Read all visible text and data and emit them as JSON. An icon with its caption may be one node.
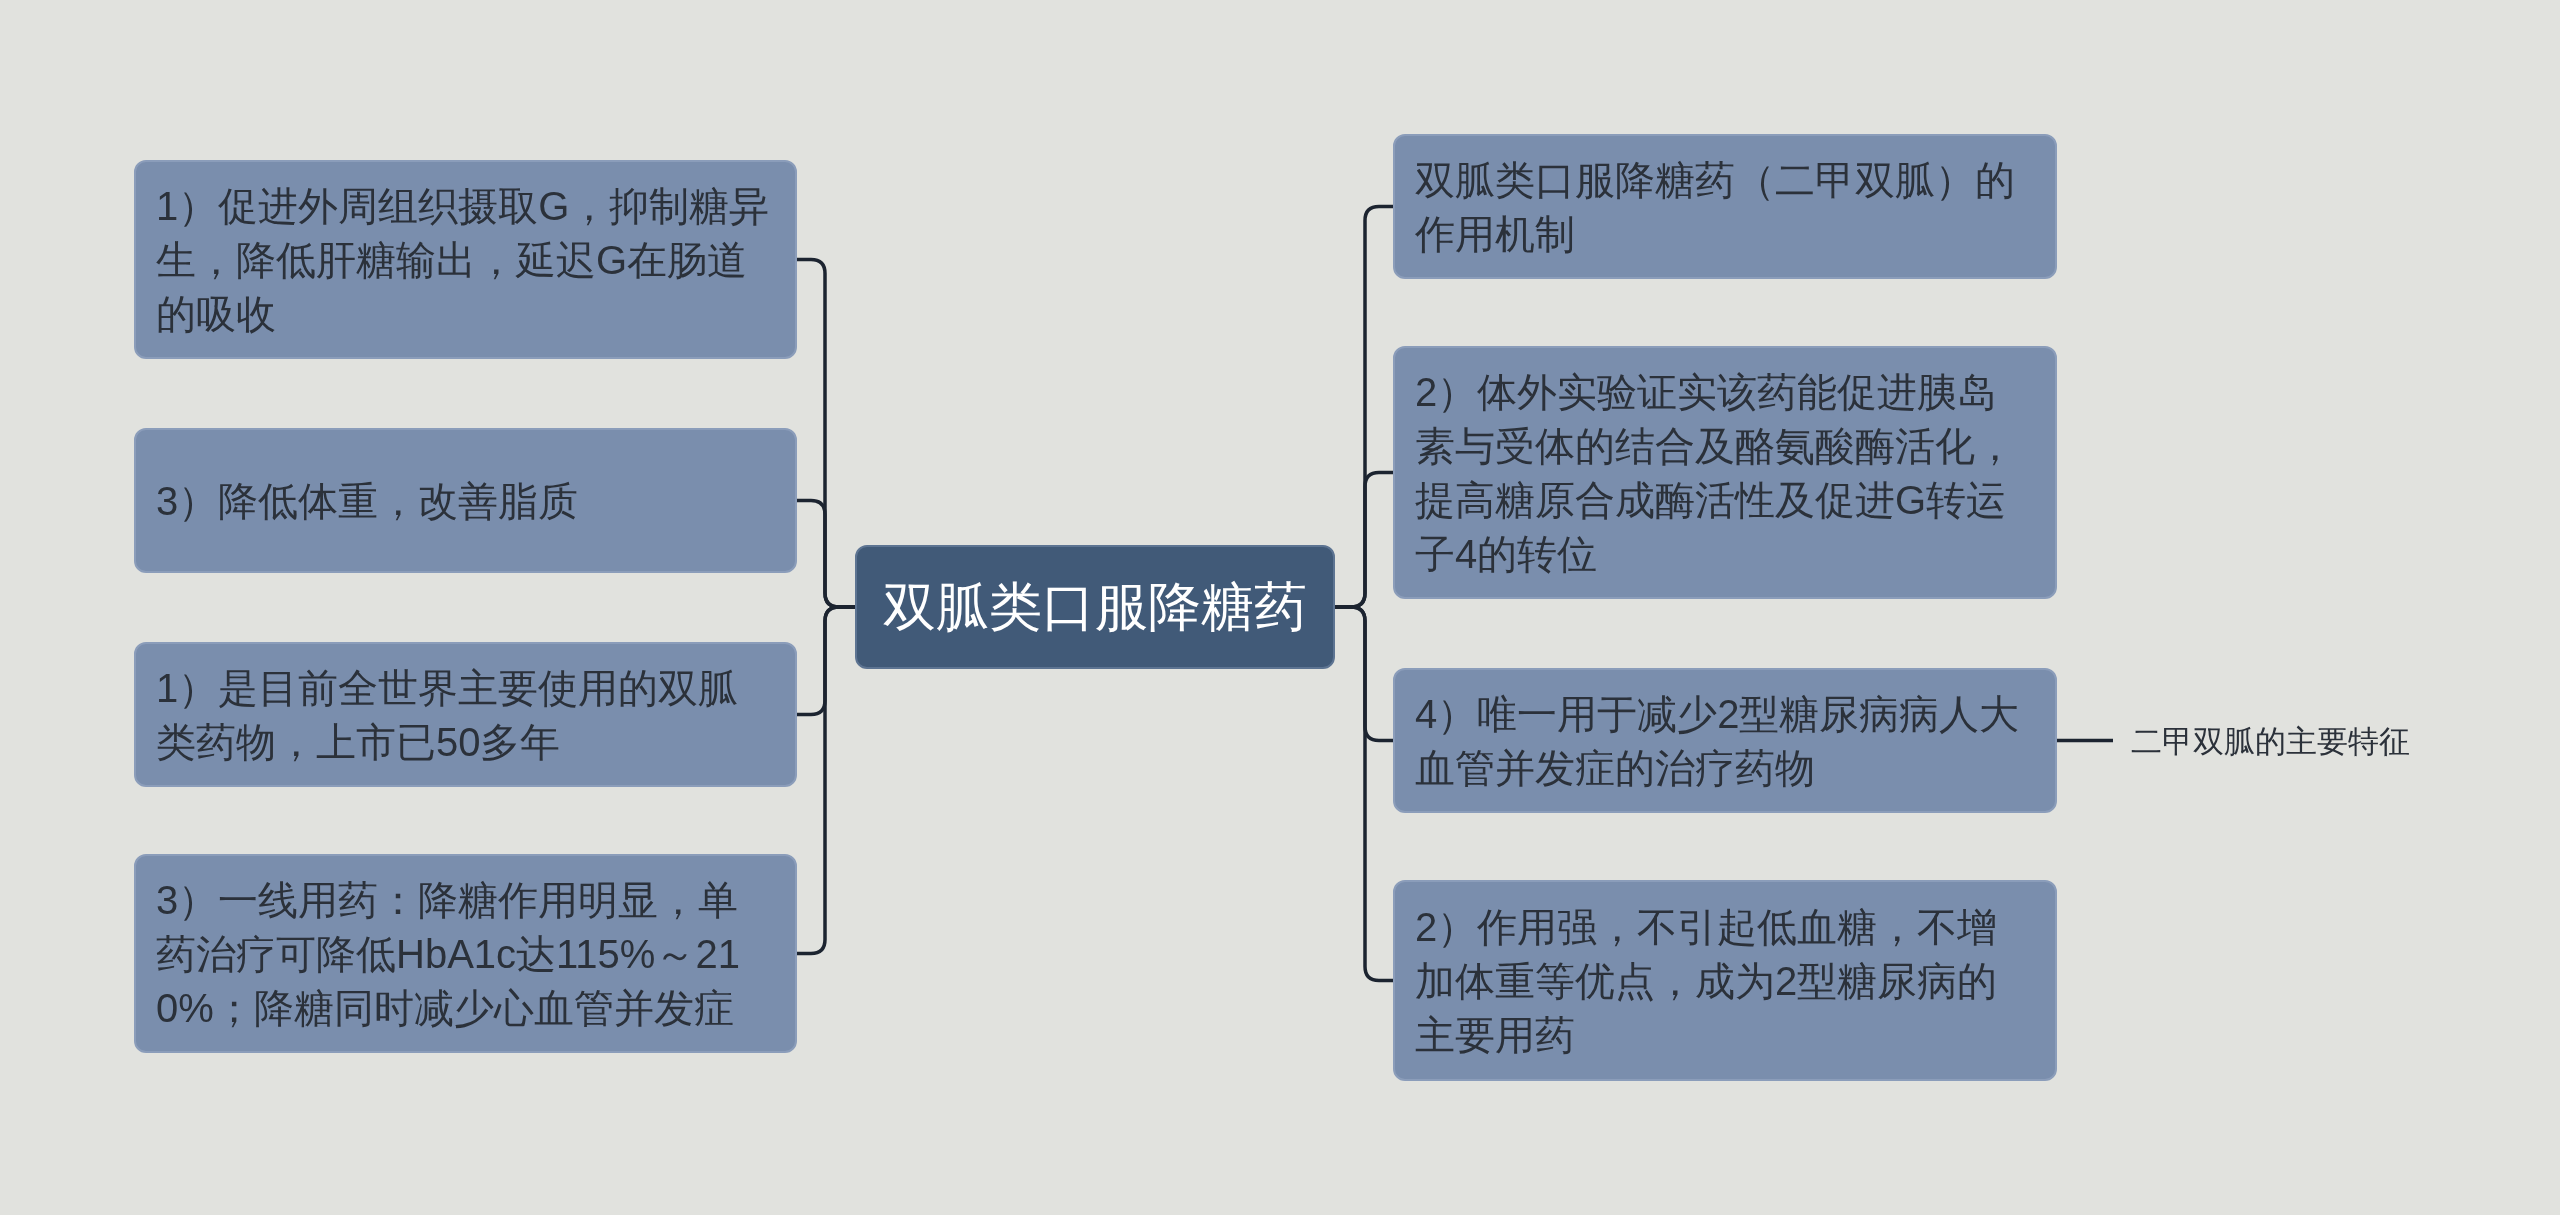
{
  "diagram": {
    "nodes": [
      {
        "text": [
          "双胍类口服降糖药"
        ]
      },
      {
        "text": [
          "1）促进外周组织摄取G，抑制糖异生，降低肝糖输出，延迟G在肠道的吸收"
        ]
      },
      {
        "text": [
          "3）降低体重，改善脂质"
        ]
      },
      {
        "text": [
          "1）是目前全世界主要使用的双胍类药物，上市已50多年"
        ]
      },
      {
        "text": [
          "3）一线用药：降糖作用明显，单药治疗可降低HbA1c达115%～210%；降糖同时减少心血管并发症"
        ]
      },
      {
        "text": [
          "双胍类口服降糖药（二甲双胍）的作用机制"
        ]
      },
      {
        "text": [
          "2）体外实验证实该药能促进胰岛素与受体的结合及酪氨酸酶活化，提高糖原合成酶活性及促进G转运子4的转位"
        ]
      },
      {
        "text": [
          "4）唯一用于减少2型糖尿病病人大血管并发症的治疗药物"
        ]
      },
      {
        "text": [
          "2）作用强，不引起低血糖，不增加体重等优点，成为2型糖尿病的主要用药"
        ]
      },
      {
        "text": [
          "二甲双胍的主要特征"
        ]
      }
    ],
    "edges": [
      {
        "from": 0,
        "to": 1,
        "arrow": "none"
      },
      {
        "from": 0,
        "to": 2,
        "arrow": "none"
      },
      {
        "from": 0,
        "to": 3,
        "arrow": "none"
      },
      {
        "from": 0,
        "to": 4,
        "arrow": "none"
      },
      {
        "from": 0,
        "to": 5,
        "arrow": "none"
      },
      {
        "from": 0,
        "to": 6,
        "arrow": "none"
      },
      {
        "from": 0,
        "to": 7,
        "arrow": "none"
      },
      {
        "from": 0,
        "to": 8,
        "arrow": "none"
      },
      {
        "from": 7,
        "to": 9,
        "arrow": "none"
      }
    ]
  }
}
